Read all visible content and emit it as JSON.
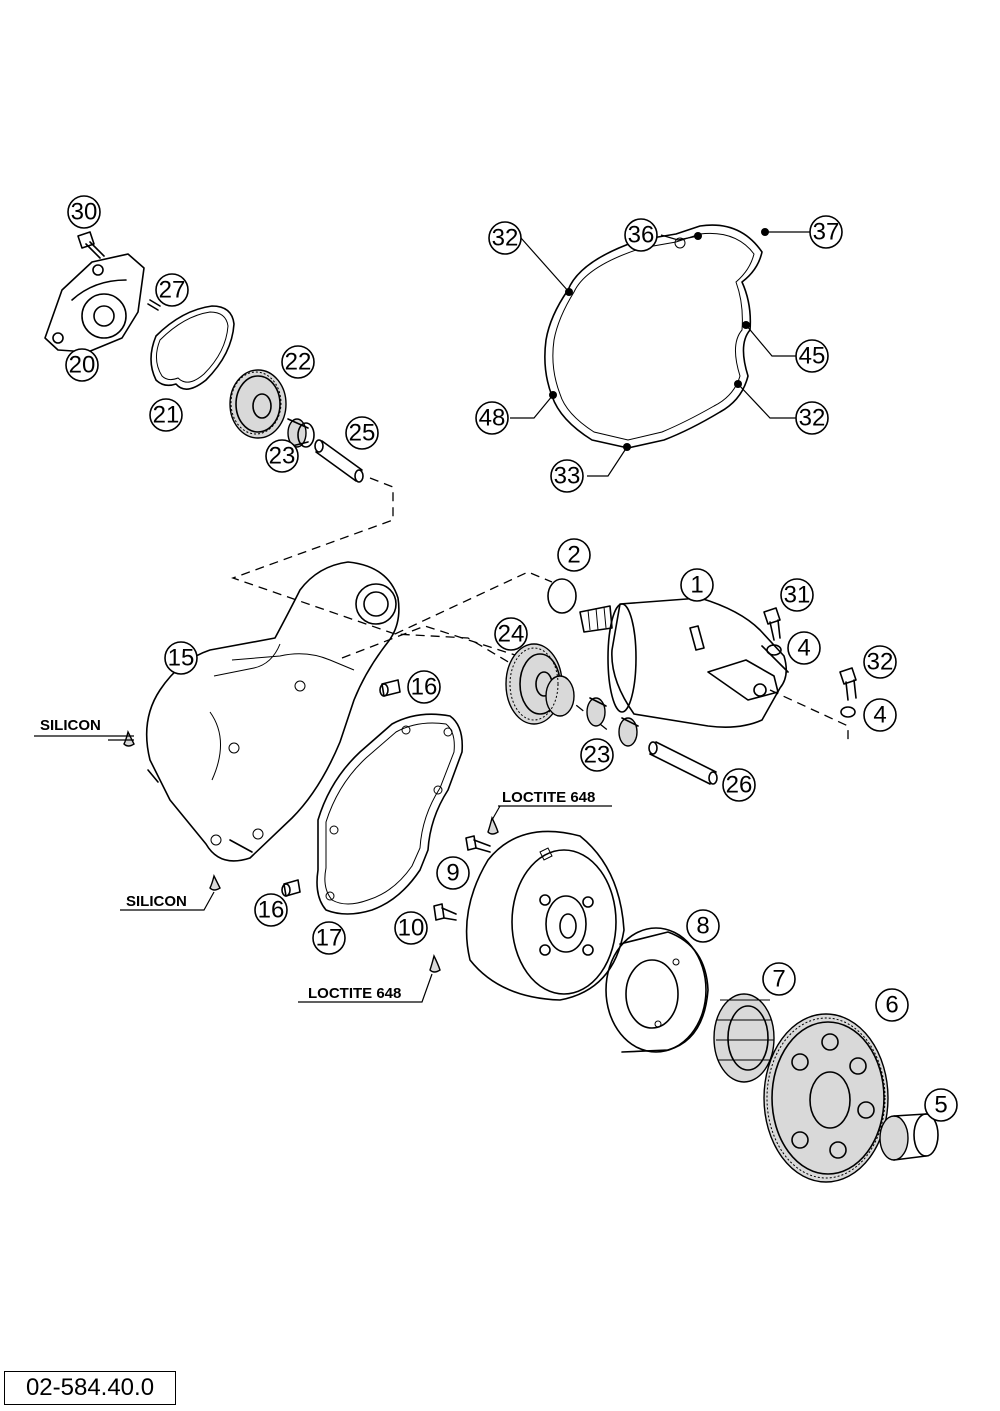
{
  "diagram_code": "02-584.40.0",
  "notes": {
    "silicon": "SILICON",
    "loctite": "LOCTITE 648"
  },
  "callouts": {
    "n1": "1",
    "n2": "2",
    "n4a": "4",
    "n4b": "4",
    "n5": "5",
    "n6": "6",
    "n7": "7",
    "n8": "8",
    "n9": "9",
    "n10": "10",
    "n15": "15",
    "n16a": "16",
    "n16b": "16",
    "n17": "17",
    "n20": "20",
    "n21": "21",
    "n22": "22",
    "n23a": "23",
    "n23b": "23",
    "n24": "24",
    "n25": "25",
    "n26": "26",
    "n27": "27",
    "n30": "30",
    "n31": "31",
    "n32a": "32",
    "n32b": "32",
    "n32c": "32",
    "n33": "33",
    "n36": "36",
    "n37": "37",
    "n45": "45",
    "n48": "48"
  }
}
